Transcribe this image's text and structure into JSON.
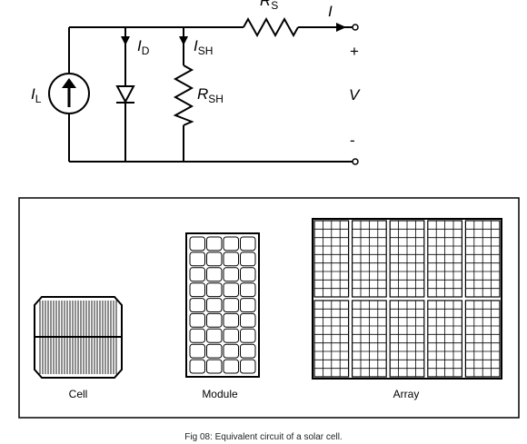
{
  "circuit": {
    "current_source": {
      "symbol": "I",
      "subscript": "L"
    },
    "diode_current": {
      "symbol": "I",
      "subscript": "D"
    },
    "shunt_current": {
      "symbol": "I",
      "subscript": "SH"
    },
    "shunt_resistor": {
      "symbol": "R",
      "subscript": "SH"
    },
    "series_resistor": {
      "symbol": "R",
      "subscript": "S"
    },
    "output_current": {
      "symbol": "I"
    },
    "plus_terminal": "+",
    "voltage": "V",
    "minus_terminal": "-"
  },
  "panels": {
    "cell_label": "Cell",
    "module_label": "Module",
    "array_label": "Array"
  },
  "caption": "Fig 08: Equivalent circuit of a solar cell."
}
